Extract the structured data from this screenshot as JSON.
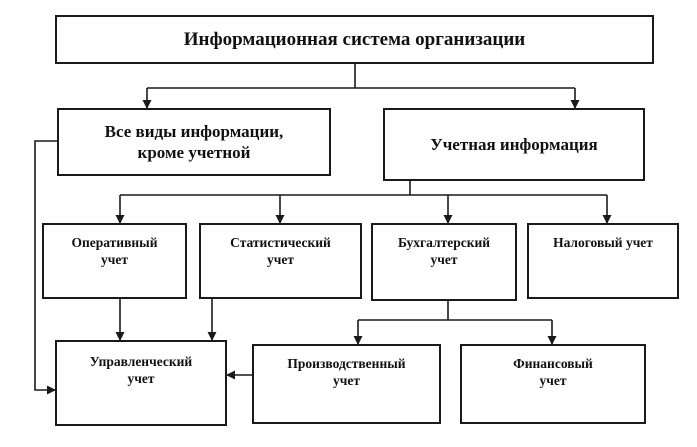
{
  "nodes": {
    "root": "Информационная система организации",
    "other_info": "Все виды информации,\nкроме учетной",
    "accounting_info": "Учетная информация",
    "operational": "Оперативный\nучет",
    "statistical": "Статистический\nучет",
    "bookkeeping": "Бухгалтерский\nучет",
    "tax": "Налоговый учет",
    "management": "Управленческий\nучет",
    "production": "Производственный\nучет",
    "financial": "Финансовый\nучет"
  }
}
